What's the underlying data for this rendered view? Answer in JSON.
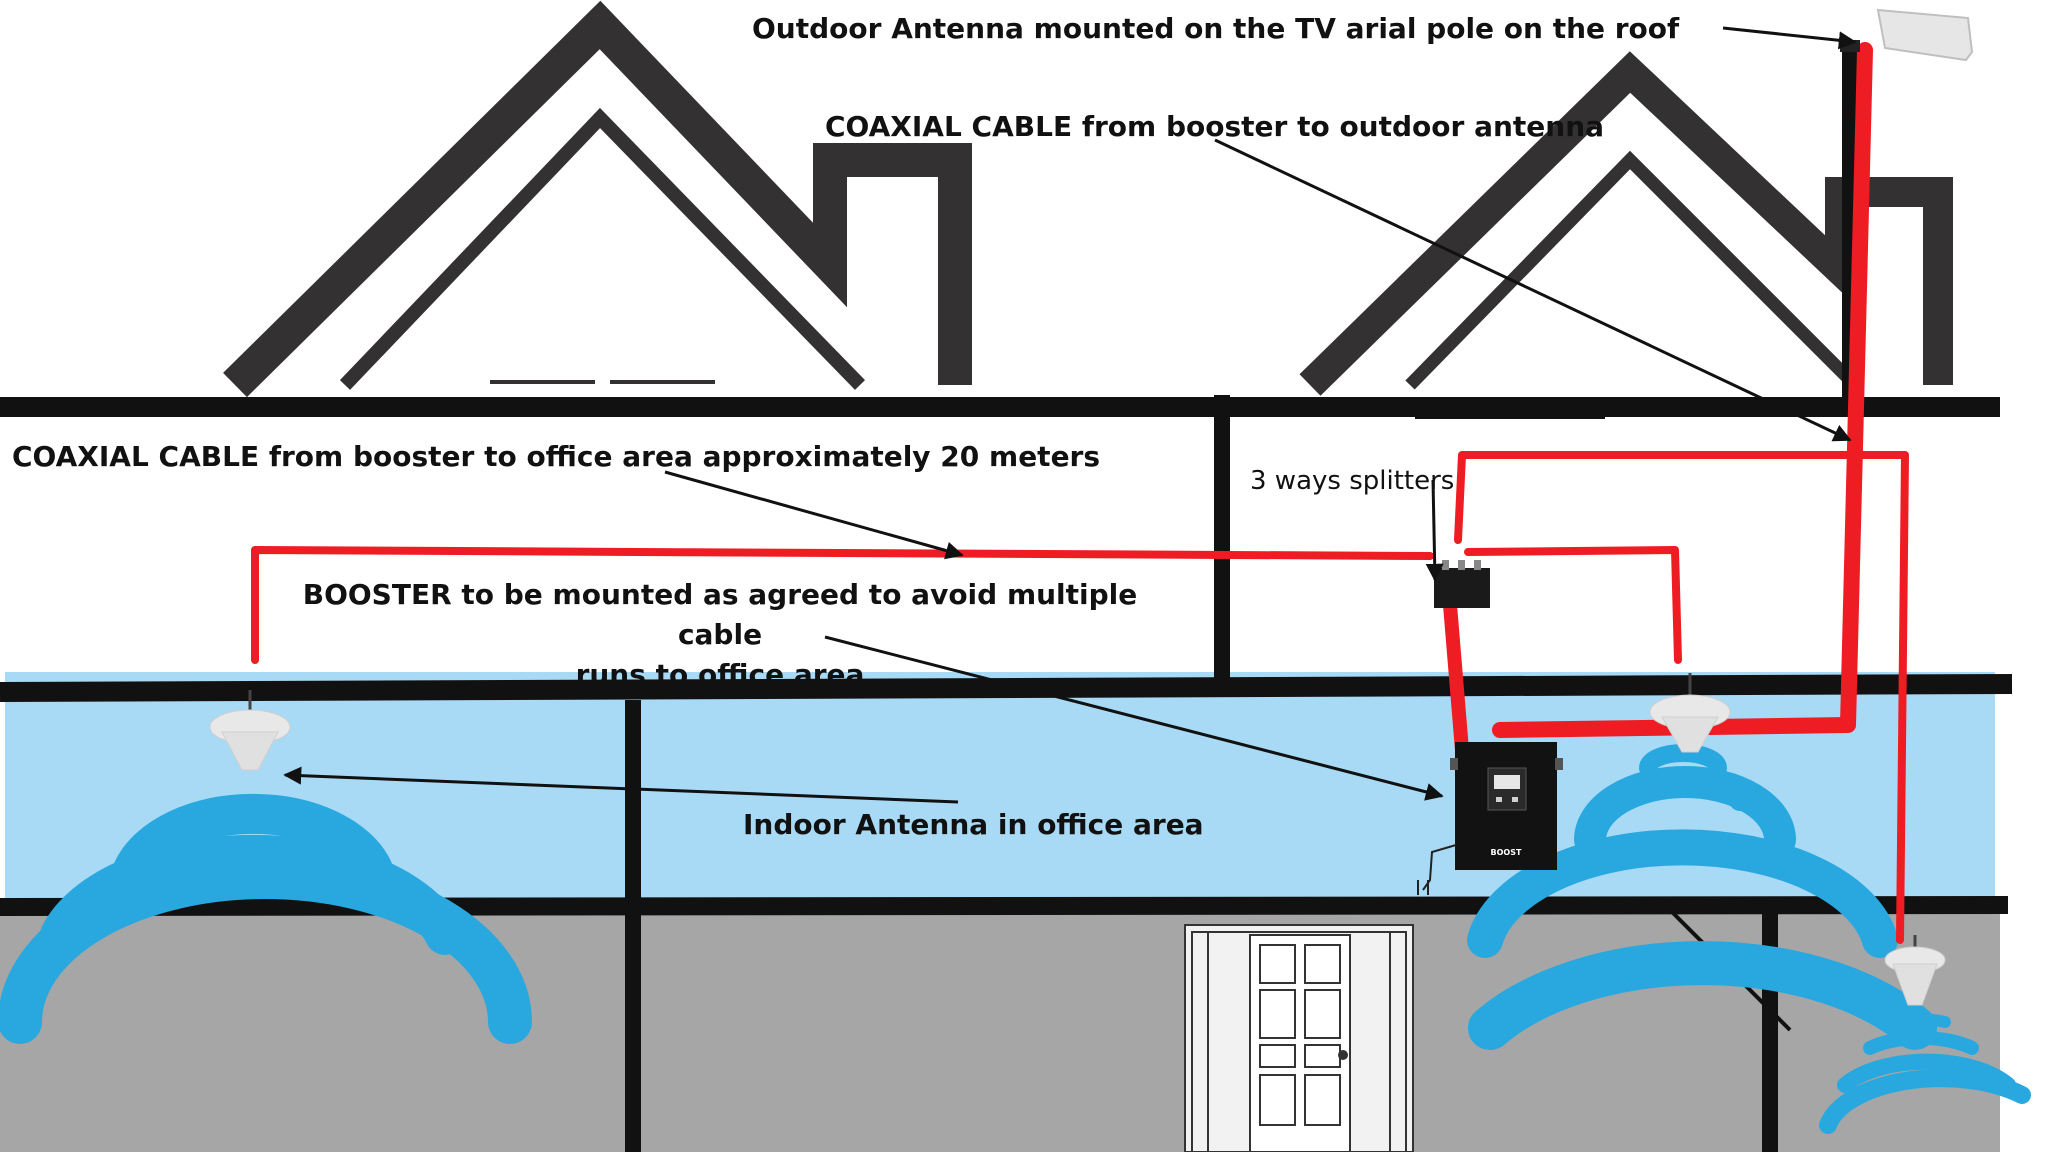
{
  "labels": {
    "outdoor_antenna": "Outdoor Antenna  mounted on the TV arial  pole on the roof",
    "coax_outdoor": "COAXIAL CABLE from booster to outdoor antenna",
    "coax_office": "COAXIAL CABLE from booster to  office area approximately 20 meters",
    "splitters": "3 ways splitters",
    "booster_line1": "BOOSTER  to be mounted as agreed to avoid multiple cable",
    "booster_line2": "runs to office area",
    "indoor_antenna": "Indoor Antenna in office area",
    "booster_brand": "BOOST"
  },
  "colors": {
    "cable": "#ee1d23",
    "signal": "#29a8e0",
    "office_floor": "#a8daf5",
    "ground_floor": "#a6a6a6",
    "structure": "#111111",
    "roof": "#333132"
  }
}
